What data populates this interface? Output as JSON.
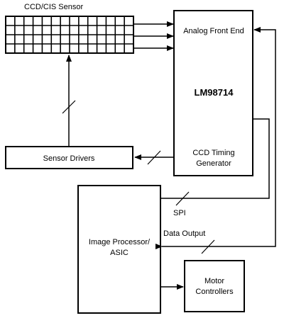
{
  "sensor": {
    "label": "CCD/CIS Sensor"
  },
  "afe": {
    "title": "Analog Front End",
    "part_number": "LM98714",
    "timing_line1": "CCD Timing",
    "timing_line2": "Generator"
  },
  "sensor_drivers": {
    "label": "Sensor Drivers"
  },
  "processor": {
    "line1": "Image Processor/",
    "line2": "ASIC"
  },
  "motor": {
    "line1": "Motor",
    "line2": "Controllers"
  },
  "signals": {
    "spi": "SPI",
    "data_output": "Data Output"
  },
  "colors": {
    "line": "#000000",
    "background": "#ffffff"
  }
}
